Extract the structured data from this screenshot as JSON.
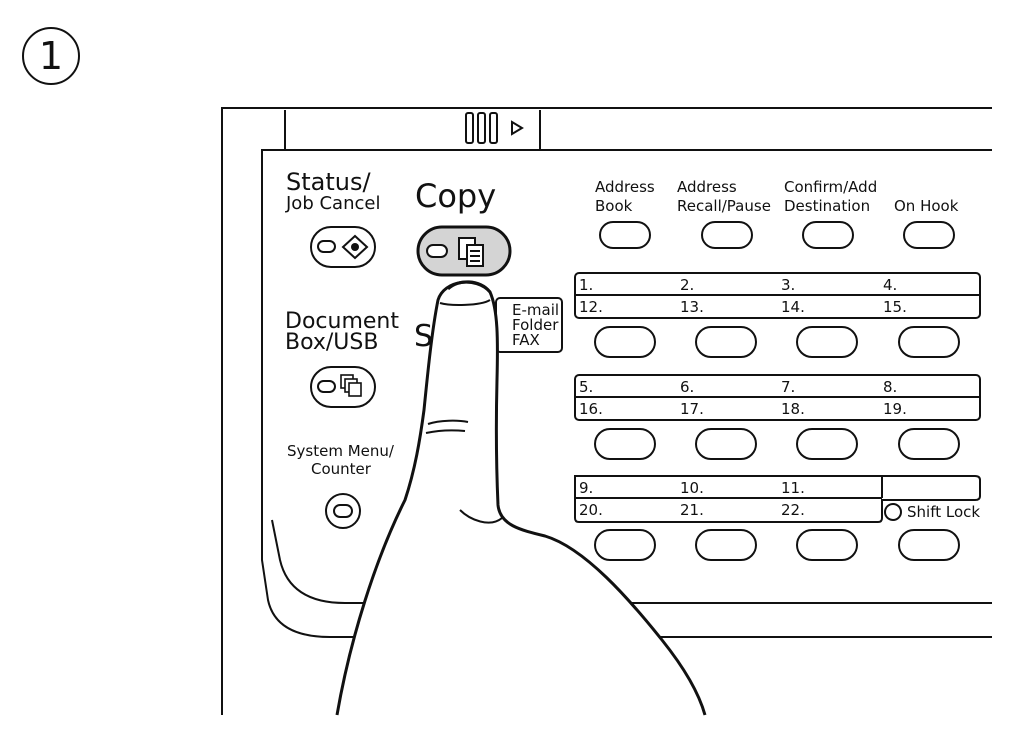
{
  "step_number": "1",
  "panel": {
    "status_job_cancel": {
      "line1": "Status/",
      "line2": "Job Cancel"
    },
    "copy": "Copy",
    "document_box_usb": {
      "line1": "Document",
      "line2": "Box/USB"
    },
    "send_fragment": "S",
    "send_destinations": {
      "email": "E-mail",
      "folder": "Folder",
      "fax": "FAX"
    },
    "system_menu_counter": {
      "line1": "System Menu/",
      "line2": "Counter"
    },
    "address_book": {
      "line1": "Address",
      "line2": "Book"
    },
    "address_recall_pause": {
      "line1": "Address",
      "line2": "Recall/Pause"
    },
    "confirm_add_destination": {
      "line1": "Confirm/Add",
      "line2": "Destination"
    },
    "on_hook": "On Hook",
    "shift_lock": "Shift Lock",
    "one_touch_keys": {
      "row1_top": [
        "1.",
        "2.",
        "3.",
        "4."
      ],
      "row1_bottom": [
        "12.",
        "13.",
        "14.",
        "15."
      ],
      "row2_top": [
        "5.",
        "6.",
        "7.",
        "8."
      ],
      "row2_bottom": [
        "16.",
        "17.",
        "18.",
        "19."
      ],
      "row3_top": [
        "9.",
        "10.",
        "11."
      ],
      "row3_bottom": [
        "20.",
        "21.",
        "22."
      ]
    }
  }
}
